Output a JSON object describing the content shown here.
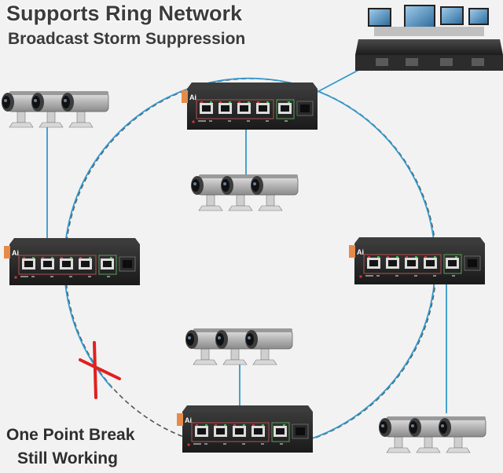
{
  "heading": {
    "title": "Supports Ring Network",
    "subtitle": "Broadcast Storm Suppression"
  },
  "caption": {
    "line1": "One Point Break",
    "line2": "Still Working"
  },
  "switch_logo": "Ai",
  "colors": {
    "ring_line": "#3399cc",
    "ring_backup": "#555555",
    "switch_body": "#1e1e1e",
    "switch_accent": "#e68a4a",
    "break_mark": "#e02020",
    "port_led_red": "#e03030",
    "port_led_green": "#38c038",
    "background": "#f2f2f2"
  },
  "icons": {
    "switch": "industrial-ethernet-switch-icon",
    "camera": "bullet-camera-icon",
    "control_room": "monitoring-workstation-icon",
    "break": "link-break-x-icon"
  },
  "nodes": {
    "switches": [
      "top",
      "left",
      "right",
      "bottom"
    ],
    "camera_groups": [
      "top-left",
      "center-upper",
      "center-lower",
      "bottom-right"
    ],
    "control_room": "top-right"
  },
  "ring": {
    "topology": "ring",
    "link_break": "between left switch and bottom switch"
  }
}
